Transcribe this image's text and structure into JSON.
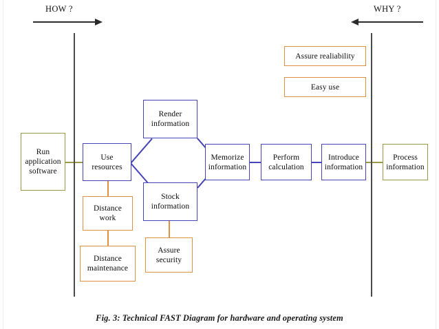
{
  "figure": {
    "caption": "Fig. 3: Technical FAST Diagram for hardware and operating system"
  },
  "axes": {
    "how_label": "HOW ?",
    "why_label": "WHY ?"
  },
  "colors": {
    "blue": "#4545b8",
    "olive": "#9a9a46",
    "orange": "#e0913f",
    "rule": "#4a4a4a",
    "text": "#0d0d0d",
    "background": "#ffffff"
  },
  "nodes": {
    "run_application_software": {
      "line1": "Run",
      "line2": "application",
      "line3": "software",
      "color": "olive"
    },
    "use_resources": {
      "line1": "Use",
      "line2": "resources",
      "color": "blue"
    },
    "render_information": {
      "line1": "Render",
      "line2": "information",
      "color": "blue"
    },
    "stock_information": {
      "line1": "Stock",
      "line2": "information",
      "color": "blue"
    },
    "memorize_information": {
      "line1": "Memorize",
      "line2": "information",
      "color": "blue"
    },
    "perform_calculation": {
      "line1": "Perform",
      "line2": "calculation",
      "color": "blue"
    },
    "introduce_information": {
      "line1": "Introduce",
      "line2": "information",
      "color": "blue"
    },
    "process_information": {
      "line1": "Process",
      "line2": "information",
      "color": "olive"
    },
    "distance_work": {
      "line1": "Distance",
      "line2": "work",
      "color": "orange"
    },
    "distance_maintenance": {
      "line1": "Distance",
      "line2": "maintenance",
      "color": "orange"
    },
    "assure_security": {
      "line1": "Assure",
      "line2": "security",
      "color": "orange"
    },
    "assure_realiability": {
      "line1": "Assure realiability",
      "color": "orange"
    },
    "easy_use": {
      "line1": "Easy use",
      "color": "orange"
    }
  },
  "chart_data": {
    "type": "diagram",
    "title": "Fig. 3: Technical FAST Diagram for hardware and operating system",
    "diagram_kind": "FAST (Function Analysis System Technique)",
    "direction_labels": {
      "left_to_right": "HOW ?",
      "right_to_left": "WHY ?"
    },
    "scope_lines": 2,
    "boxes": [
      {
        "id": "run_application_software",
        "label": "Run application software",
        "color": "olive",
        "column": "outside-left",
        "row": "main"
      },
      {
        "id": "use_resources",
        "label": "Use resources",
        "color": "blue",
        "column": 1,
        "row": "main"
      },
      {
        "id": "render_information",
        "label": "Render information",
        "color": "blue",
        "column": 2,
        "row": "upper"
      },
      {
        "id": "stock_information",
        "label": "Stock information",
        "color": "blue",
        "column": 2,
        "row": "lower"
      },
      {
        "id": "memorize_information",
        "label": "Memorize information",
        "color": "blue",
        "column": 3,
        "row": "main"
      },
      {
        "id": "perform_calculation",
        "label": "Perform calculation",
        "color": "blue",
        "column": 4,
        "row": "main"
      },
      {
        "id": "introduce_information",
        "label": "Introduce information",
        "color": "blue",
        "column": 5,
        "row": "main"
      },
      {
        "id": "process_information",
        "label": "Process information",
        "color": "olive",
        "column": "outside-right",
        "row": "main"
      },
      {
        "id": "distance_work",
        "label": "Distance work",
        "color": "orange",
        "column": 1,
        "row": "below-1"
      },
      {
        "id": "distance_maintenance",
        "label": "Distance maintenance",
        "color": "orange",
        "column": 1,
        "row": "below-2"
      },
      {
        "id": "assure_security",
        "label": "Assure security",
        "color": "orange",
        "column": 2,
        "row": "below-2"
      },
      {
        "id": "assure_realiability",
        "label": "Assure realiability",
        "color": "orange",
        "column": "top-right",
        "row": "top-1"
      },
      {
        "id": "easy_use",
        "label": "Easy use",
        "color": "orange",
        "column": "top-right",
        "row": "top-2"
      }
    ],
    "links": [
      {
        "from": "run_application_software",
        "to": "use_resources",
        "style": "olive-horizontal"
      },
      {
        "from": "use_resources",
        "to": "render_information",
        "style": "blue-diagonal"
      },
      {
        "from": "use_resources",
        "to": "stock_information",
        "style": "blue-diagonal"
      },
      {
        "from": "render_information",
        "to": "memorize_information",
        "style": "blue-diagonal"
      },
      {
        "from": "stock_information",
        "to": "memorize_information",
        "style": "blue-diagonal"
      },
      {
        "from": "memorize_information",
        "to": "perform_calculation",
        "style": "blue-horizontal"
      },
      {
        "from": "perform_calculation",
        "to": "introduce_information",
        "style": "blue-horizontal"
      },
      {
        "from": "introduce_information",
        "to": "process_information",
        "style": "olive-horizontal"
      },
      {
        "from": "use_resources",
        "to": "distance_work",
        "style": "orange-vertical"
      },
      {
        "from": "distance_work",
        "to": "distance_maintenance",
        "style": "orange-vertical"
      },
      {
        "from": "stock_information",
        "to": "assure_security",
        "style": "orange-vertical"
      }
    ]
  }
}
